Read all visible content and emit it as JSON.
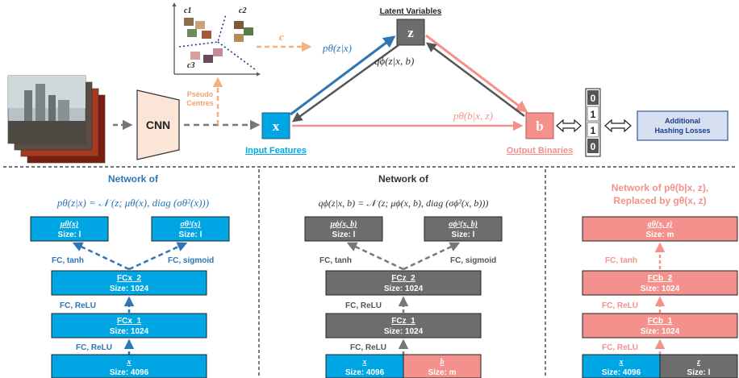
{
  "top": {
    "latent_title": "Latent Variables",
    "z_node": "z",
    "x_node": "x",
    "b_node": "b",
    "input_label": "Input Features",
    "output_label": "Output Binaries",
    "cnn_label": "CNN",
    "pseudo_line1": "Pseudo",
    "pseudo_line2": "Centres",
    "c_label": "c",
    "edge_pz": "pθ(z|x)",
    "edge_q": "qϕ(z|x, b)",
    "edge_pb": "pθ(b|x, z)",
    "binary_bits": [
      "0",
      "1",
      "1",
      "0"
    ],
    "hash_line1": "Additional",
    "hash_line2": "Hashing Losses",
    "cluster_labels": [
      "c1",
      "c2",
      "c3"
    ]
  },
  "panel1": {
    "title_line1": "Network of",
    "title_formula": "pθ(z|x) = 𝒩 (z; μθ(x), diag (σθ²(x)))",
    "mu_label": "μθ(x)",
    "mu_size": "Size: l",
    "sigma_label": "σθ²(x)",
    "sigma_size": "Size: l",
    "fc_tanh": "FC, tanh",
    "fc_sigmoid": "FC, sigmoid",
    "fc2_name": "FCx_2",
    "fc2_size": "Size: 1024",
    "relu_a": "FC, ReLU",
    "fc1_name": "FCx_1",
    "fc1_size": "Size: 1024",
    "relu_b": "FC, ReLU",
    "in_name": "x",
    "in_size": "Size: 4096"
  },
  "panel2": {
    "title_line1": "Network of",
    "title_formula": "qϕ(z|x, b) = 𝒩 (z; μϕ(x, b), diag (σϕ²(x, b)))",
    "mu_label": "μϕ(x, b)",
    "mu_size": "Size: l",
    "sigma_label": "σϕ²(x, b)",
    "sigma_size": "Size: l",
    "fc_tanh": "FC, tanh",
    "fc_sigmoid": "FC, sigmoid",
    "fc2_name": "FCz_2",
    "fc2_size": "Size: 1024",
    "relu_a": "FC, ReLU",
    "fc1_name": "FCz_1",
    "fc1_size": "Size: 1024",
    "relu_b": "FC, ReLU",
    "in_x_name": "x",
    "in_x_size": "Size: 4096",
    "in_b_name": "b",
    "in_b_size": "Size: m"
  },
  "panel3": {
    "title_line1": "Network of pθ(b|x, z),",
    "title_line2": "Replaced by gθ(x, z)",
    "out_label": "gθ(x, z)",
    "out_size": "Size: m",
    "fc_tanh": "FC, tanh",
    "fc2_name": "FCb_2",
    "fc2_size": "Size: 1024",
    "relu_a": "FC, ReLU",
    "fc1_name": "FCb_1",
    "fc1_size": "Size: 1024",
    "relu_b": "FC, ReLU",
    "in_x_name": "x",
    "in_x_size": "Size: 4096",
    "in_z_name": "z",
    "in_z_size": "Size: l"
  },
  "colors": {
    "blue": "#00a6e4",
    "blue_dark": "#2e75b6",
    "gray": "#6d6d6d",
    "pink": "#f4918c",
    "orange": "#f4b183",
    "cnn_fill": "#fbe5d6"
  }
}
